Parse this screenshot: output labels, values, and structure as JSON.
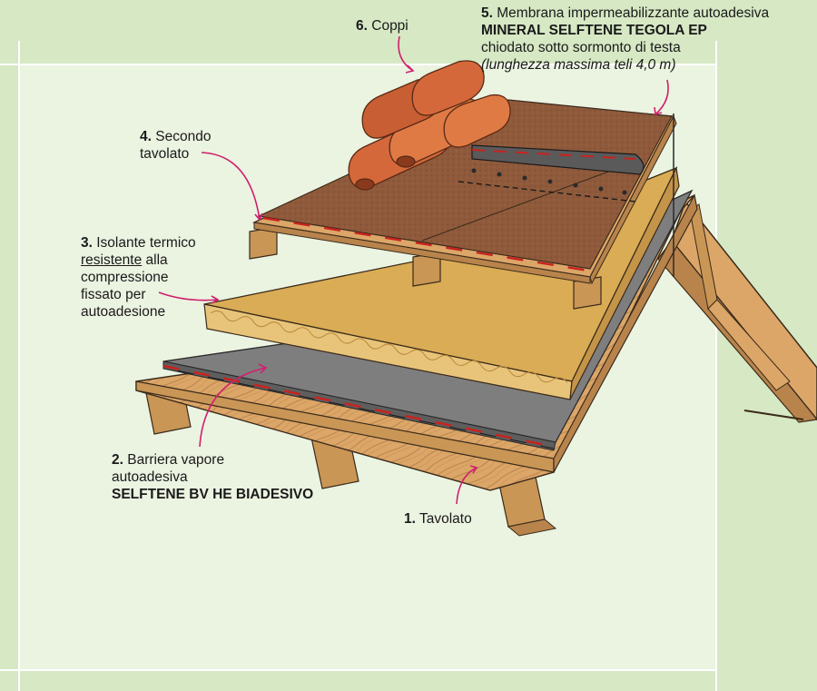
{
  "colors": {
    "background": "#d6e8c4",
    "panel": "#ebf3e1",
    "frame": "#ffffff",
    "leader": "#d0206e",
    "wood": "#dca668",
    "wood_dark": "#b8844c",
    "membrane": "#7e7e7e",
    "insulation": "#d9ac55",
    "cap_sheet": "#8f5a3b",
    "tiles": "#d5683b"
  },
  "labels": {
    "l6": {
      "num": "6.",
      "text": "Coppi"
    },
    "l5": {
      "num": "5.",
      "line1": "Membrana impermeabilizzante autoadesiva",
      "product": "MINERAL SELFTENE TEGOLA EP",
      "line3": "chiodato sotto sormonto di testa",
      "note": "(lunghezza massima teli 4,0 m)"
    },
    "l4": {
      "num": "4.",
      "line1": "Secondo",
      "line2": "tavolato"
    },
    "l3": {
      "num": "3.",
      "line1": "Isolante termico",
      "underlined": "resistente",
      "line2_rest": " alla",
      "line3": "compressione",
      "line4": "fissato per",
      "line5": "autoadesione"
    },
    "l2": {
      "num": "2.",
      "line1": "Barriera vapore",
      "line2": "autoadesiva",
      "product": "SELFTENE BV HE BIADESIVO"
    },
    "l1": {
      "num": "1.",
      "text": "Tavolato"
    }
  }
}
